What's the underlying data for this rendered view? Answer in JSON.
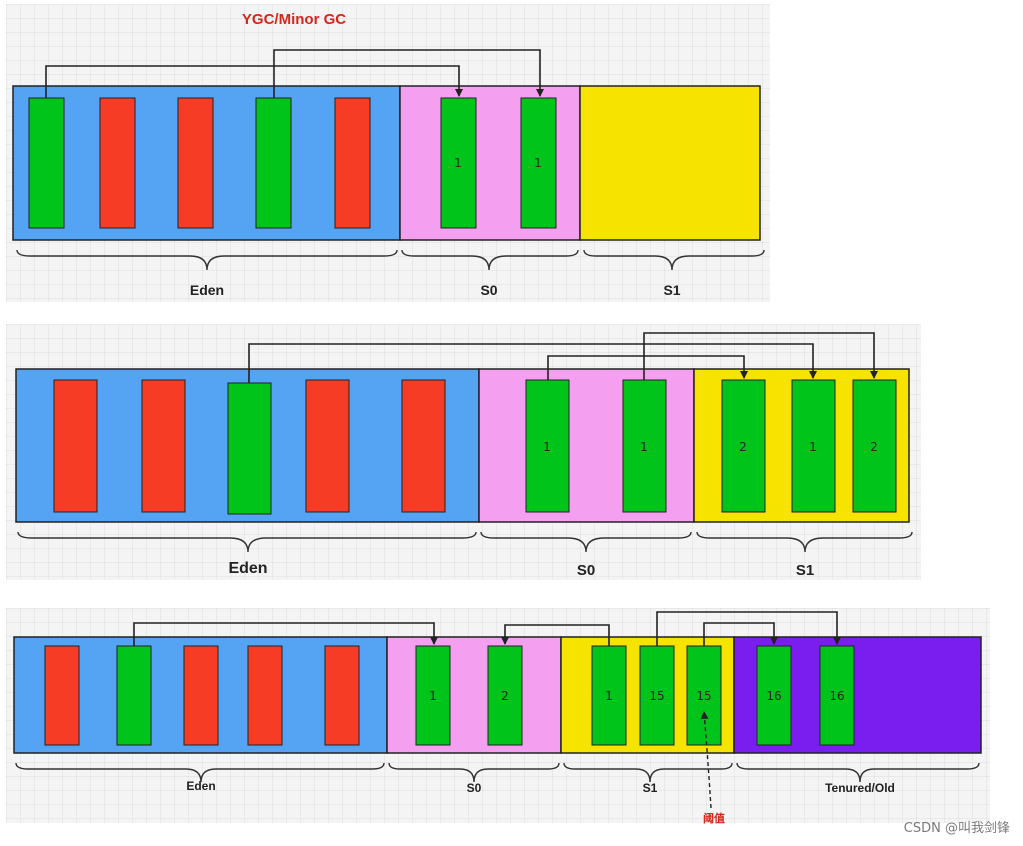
{
  "title": "YGC/Minor GC",
  "colors": {
    "eden": "#55a3f3",
    "s0": "#f49ff0",
    "s1": "#f6e300",
    "old": "#7a1ef0",
    "live": "#00c419",
    "dead": "#f63c25",
    "title": "#d6271d"
  },
  "panels": [
    {
      "id": "gc-1",
      "regions": [
        {
          "key": "eden",
          "label": "Eden"
        },
        {
          "key": "s0",
          "label": "S0"
        },
        {
          "key": "s1",
          "label": "S1"
        }
      ],
      "blocks": [
        {
          "region": "eden",
          "status": "live",
          "age": ""
        },
        {
          "region": "eden",
          "status": "dead",
          "age": ""
        },
        {
          "region": "eden",
          "status": "dead",
          "age": ""
        },
        {
          "region": "eden",
          "status": "live",
          "age": ""
        },
        {
          "region": "eden",
          "status": "dead",
          "age": ""
        },
        {
          "region": "s0",
          "status": "live",
          "age": "1"
        },
        {
          "region": "s0",
          "status": "live",
          "age": "1"
        }
      ]
    },
    {
      "id": "gc-2",
      "regions": [
        {
          "key": "eden",
          "label": "Eden"
        },
        {
          "key": "s0",
          "label": "S0"
        },
        {
          "key": "s1",
          "label": "S1"
        }
      ],
      "blocks": [
        {
          "region": "eden",
          "status": "dead",
          "age": ""
        },
        {
          "region": "eden",
          "status": "dead",
          "age": ""
        },
        {
          "region": "eden",
          "status": "live",
          "age": ""
        },
        {
          "region": "eden",
          "status": "dead",
          "age": ""
        },
        {
          "region": "eden",
          "status": "dead",
          "age": ""
        },
        {
          "region": "s0",
          "status": "live",
          "age": "1"
        },
        {
          "region": "s0",
          "status": "live",
          "age": "1"
        },
        {
          "region": "s1",
          "status": "live",
          "age": "2"
        },
        {
          "region": "s1",
          "status": "live",
          "age": "1"
        },
        {
          "region": "s1",
          "status": "live",
          "age": "2"
        }
      ]
    },
    {
      "id": "gc-3",
      "regions": [
        {
          "key": "eden",
          "label": "Eden"
        },
        {
          "key": "s0",
          "label": "S0"
        },
        {
          "key": "s1",
          "label": "S1"
        },
        {
          "key": "old",
          "label": "Tenured/Old"
        }
      ],
      "blocks": [
        {
          "region": "eden",
          "status": "dead",
          "age": ""
        },
        {
          "region": "eden",
          "status": "live",
          "age": ""
        },
        {
          "region": "eden",
          "status": "dead",
          "age": ""
        },
        {
          "region": "eden",
          "status": "dead",
          "age": ""
        },
        {
          "region": "eden",
          "status": "dead",
          "age": ""
        },
        {
          "region": "s0",
          "status": "live",
          "age": "1"
        },
        {
          "region": "s0",
          "status": "live",
          "age": "2"
        },
        {
          "region": "s1",
          "status": "live",
          "age": "1"
        },
        {
          "region": "s1",
          "status": "live",
          "age": "15"
        },
        {
          "region": "s1",
          "status": "live",
          "age": "15"
        },
        {
          "region": "old",
          "status": "live",
          "age": "16"
        },
        {
          "region": "old",
          "status": "live",
          "age": "16"
        }
      ],
      "threshold_label": "阈值"
    }
  ],
  "watermark": "CSDN @叫我剑锋"
}
